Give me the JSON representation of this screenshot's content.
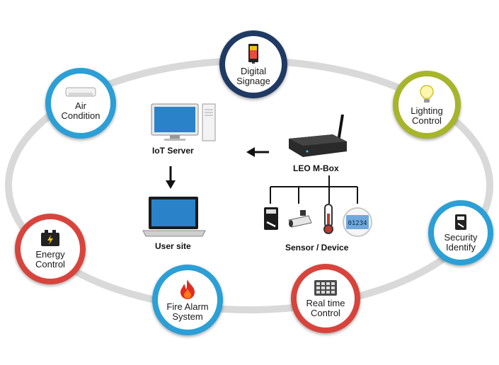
{
  "nodes": [
    {
      "key": "digital-signage",
      "label": "Digital\nSignage",
      "color": "#1f3a63",
      "icon": "signage-icon"
    },
    {
      "key": "air-condition",
      "label": "Air\nCondition",
      "color": "#2b9fd6",
      "icon": "air-conditioner-icon"
    },
    {
      "key": "lighting-control",
      "label": "Lighting\nControl",
      "color": "#a6b52a",
      "icon": "light-bulb-icon"
    },
    {
      "key": "security-identify",
      "label": "Security\nIdentify",
      "color": "#2b9fd6",
      "icon": "card-reader-icon"
    },
    {
      "key": "energy-control",
      "label": "Energy\nControl",
      "color": "#d8443c",
      "icon": "battery-icon"
    },
    {
      "key": "fire-alarm",
      "label": "Fire Alarm\nSystem",
      "color": "#2b9fd6",
      "icon": "flame-icon"
    },
    {
      "key": "real-time-control",
      "label": "Real time\nControl",
      "color": "#d8443c",
      "icon": "keypad-icon"
    }
  ],
  "center": {
    "iot_server": "IoT Server",
    "user_site": "User site",
    "leo_mbox": "LEO M-Box",
    "sensor_device": "Sensor / Device",
    "device_display": "01234"
  },
  "colors": {
    "ring": "#d9d9d9",
    "arrow": "#111111"
  }
}
